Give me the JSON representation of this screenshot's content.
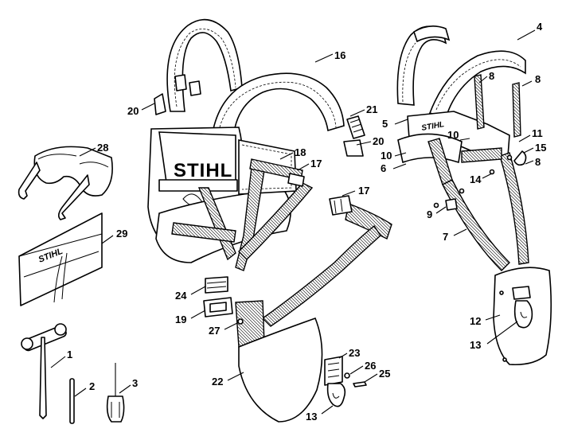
{
  "brand": "STIHL",
  "callouts": {
    "c1": "1",
    "c2": "2",
    "c3": "3",
    "c4": "4",
    "c5": "5",
    "c6": "6",
    "c7": "7",
    "c8a": "8",
    "c8b": "8",
    "c8c": "8",
    "c9": "9",
    "c10a": "10",
    "c10b": "10",
    "c11": "11",
    "c12": "12",
    "c13a": "13",
    "c13b": "13",
    "c14": "14",
    "c15": "15",
    "c16": "16",
    "c17a": "17",
    "c17b": "17",
    "c18": "18",
    "c19": "19",
    "c20a": "20",
    "c20b": "20",
    "c21": "21",
    "c22": "22",
    "c23": "23",
    "c24": "24",
    "c25": "25",
    "c26": "26",
    "c27": "27",
    "c28": "28",
    "c29": "29"
  }
}
